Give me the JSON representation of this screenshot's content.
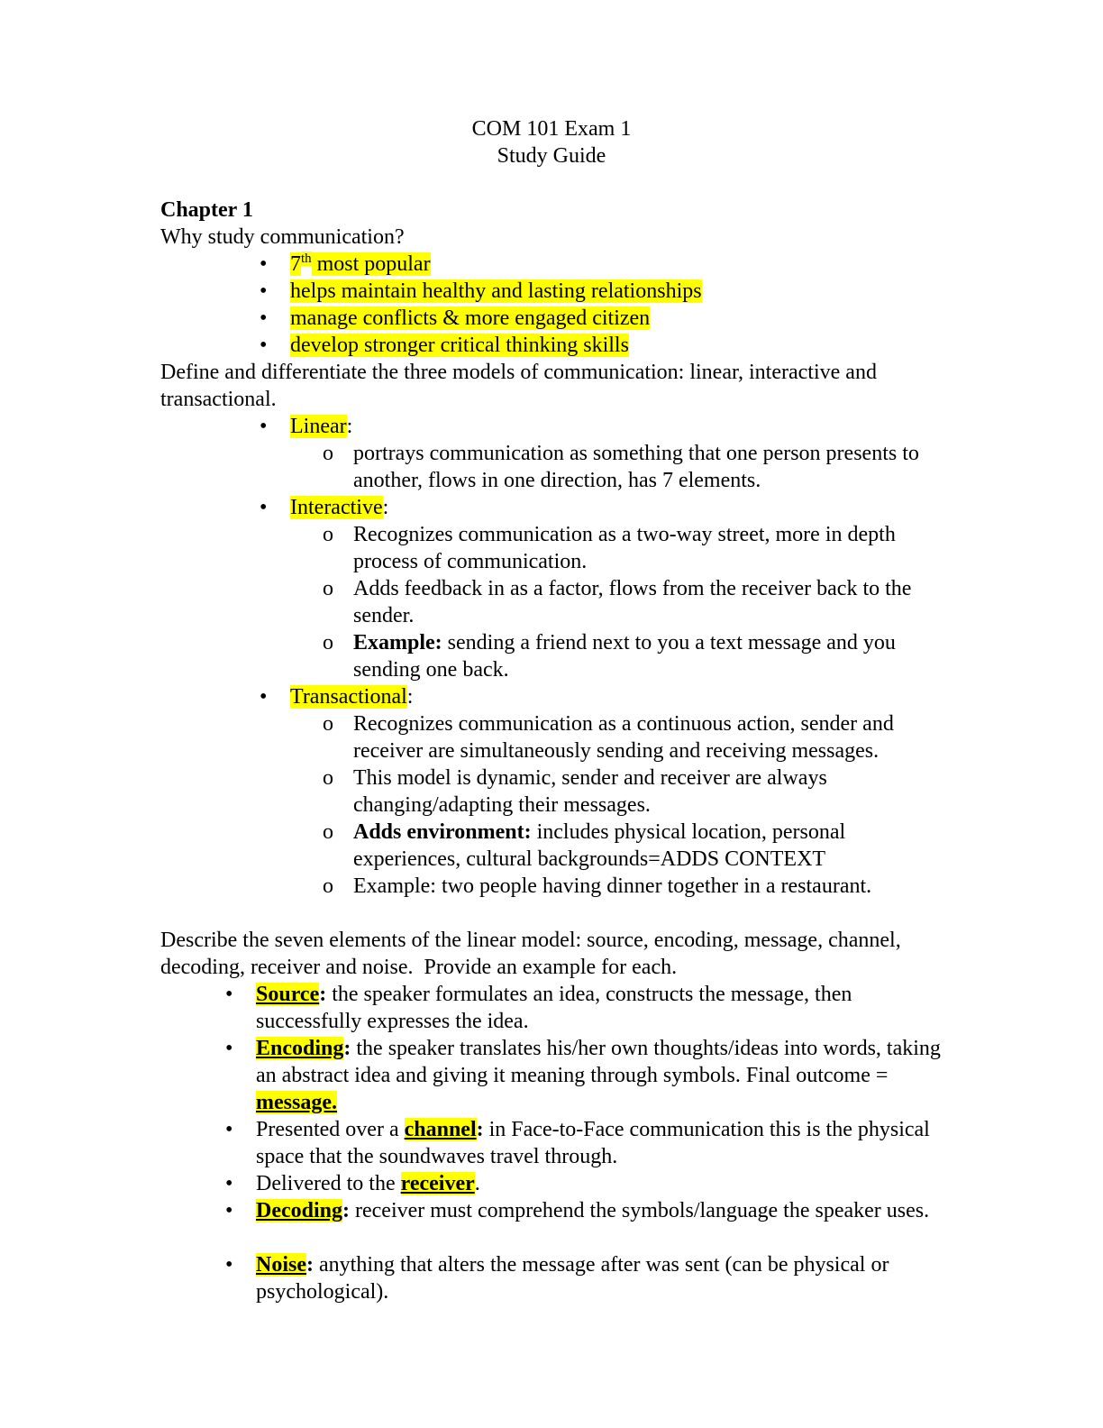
{
  "page": {
    "background_color": "#ffffff",
    "highlight_color": "#ffff00",
    "text_color": "#000000"
  },
  "document": {
    "bullet_level1": "•",
    "bullet_level2": "o",
    "blocks": [
      {
        "type": "title",
        "runs": [
          {
            "t": "COM 101 Exam 1"
          }
        ]
      },
      {
        "type": "title",
        "runs": [
          {
            "t": "Study Guide"
          }
        ]
      },
      {
        "type": "blank"
      },
      {
        "type": "heading",
        "runs": [
          {
            "t": "Chapter 1",
            "b": true
          }
        ]
      },
      {
        "type": "para",
        "runs": [
          {
            "t": "Why study communication?"
          }
        ]
      },
      {
        "type": "li",
        "level": "1a",
        "runs": [
          {
            "t": "7",
            "hl": true
          },
          {
            "t": "th",
            "hl": true,
            "sup": true
          },
          {
            "t": " most popular",
            "hl": true
          }
        ]
      },
      {
        "type": "li",
        "level": "1a",
        "runs": [
          {
            "t": "helps maintain healthy and lasting relationships",
            "hl": true
          }
        ]
      },
      {
        "type": "li",
        "level": "1a",
        "runs": [
          {
            "t": "manage conflicts & more engaged citizen",
            "hl": true
          }
        ]
      },
      {
        "type": "li",
        "level": "1a",
        "runs": [
          {
            "t": "develop stronger critical thinking skills",
            "hl": true
          }
        ]
      },
      {
        "type": "para",
        "runs": [
          {
            "t": "Define and differentiate the three models of communication: linear, interactive and transactional."
          }
        ]
      },
      {
        "type": "li",
        "level": "1a",
        "runs": [
          {
            "t": "Linear",
            "hl": true
          },
          {
            "t": ":"
          }
        ]
      },
      {
        "type": "li",
        "level": "2",
        "runs": [
          {
            "t": "portrays communication as something that one person presents to another, flows in one direction, has 7 elements."
          }
        ]
      },
      {
        "type": "li",
        "level": "1a",
        "runs": [
          {
            "t": "Interactive",
            "hl": true
          },
          {
            "t": ":"
          }
        ]
      },
      {
        "type": "li",
        "level": "2",
        "runs": [
          {
            "t": "Recognizes communication as a two-way street, more in depth process of communication."
          }
        ]
      },
      {
        "type": "li",
        "level": "2",
        "runs": [
          {
            "t": "Adds feedback in as a factor, flows from the receiver back to the sender."
          }
        ]
      },
      {
        "type": "li",
        "level": "2",
        "runs": [
          {
            "t": "Example:",
            "b": true
          },
          {
            "t": " sending a friend next to you a text message and you sending one back."
          }
        ]
      },
      {
        "type": "li",
        "level": "1a",
        "runs": [
          {
            "t": "Transactional",
            "hl": true
          },
          {
            "t": ":"
          }
        ]
      },
      {
        "type": "li",
        "level": "2",
        "runs": [
          {
            "t": "Recognizes communication as a continuous action, sender and receiver are simultaneously sending and receiving messages."
          }
        ]
      },
      {
        "type": "li",
        "level": "2",
        "runs": [
          {
            "t": "This model is dynamic, sender and receiver are always changing/adapting their messages."
          }
        ]
      },
      {
        "type": "li",
        "level": "2",
        "runs": [
          {
            "t": "Adds environment:",
            "b": true
          },
          {
            "t": " includes physical location, personal experiences, cultural backgrounds=ADDS CONTEXT"
          }
        ]
      },
      {
        "type": "li",
        "level": "2",
        "runs": [
          {
            "t": "Example: two people having dinner together in a restaurant."
          }
        ]
      },
      {
        "type": "blank"
      },
      {
        "type": "para",
        "runs": [
          {
            "t": "Describe the seven elements of the linear model: source, encoding, message, channel, decoding, receiver and noise.  Provide an example for each."
          }
        ]
      },
      {
        "type": "li",
        "level": "1b",
        "runs": [
          {
            "t": "Source",
            "b": true,
            "u": true,
            "hl": true
          },
          {
            "t": ":",
            "b": true
          },
          {
            "t": " the speaker formulates an idea, constructs the message, then successfully expresses the idea."
          }
        ]
      },
      {
        "type": "li",
        "level": "1b",
        "runs": [
          {
            "t": "Encoding",
            "b": true,
            "u": true,
            "hl": true
          },
          {
            "t": ":",
            "b": true
          },
          {
            "t": " the speaker translates his/her own thoughts/ideas into words, taking an abstract idea and giving it meaning through symbols. Final outcome = "
          },
          {
            "t": "message.",
            "b": true,
            "u": true,
            "hl": true
          }
        ]
      },
      {
        "type": "li",
        "level": "1b",
        "runs": [
          {
            "t": "Presented over a "
          },
          {
            "t": "channel",
            "b": true,
            "u": true,
            "hl": true
          },
          {
            "t": ":",
            "b": true
          },
          {
            "t": " in Face-to-Face communication this is the physical space that the soundwaves travel through."
          }
        ]
      },
      {
        "type": "li",
        "level": "1b",
        "runs": [
          {
            "t": "Delivered to the "
          },
          {
            "t": "receiver",
            "b": true,
            "u": true,
            "hl": true
          },
          {
            "t": "."
          }
        ]
      },
      {
        "type": "li",
        "level": "1b",
        "runs": [
          {
            "t": "Decoding",
            "b": true,
            "u": true,
            "hl": true
          },
          {
            "t": ":",
            "b": true
          },
          {
            "t": " receiver must comprehend the symbols/language the speaker uses."
          }
        ]
      },
      {
        "type": "blank"
      },
      {
        "type": "li",
        "level": "1b",
        "runs": [
          {
            "t": "Noise",
            "b": true,
            "u": true,
            "hl": true
          },
          {
            "t": ":",
            "b": true
          },
          {
            "t": " anything that alters the message after was sent (can be physical or psychological)."
          }
        ]
      }
    ]
  }
}
